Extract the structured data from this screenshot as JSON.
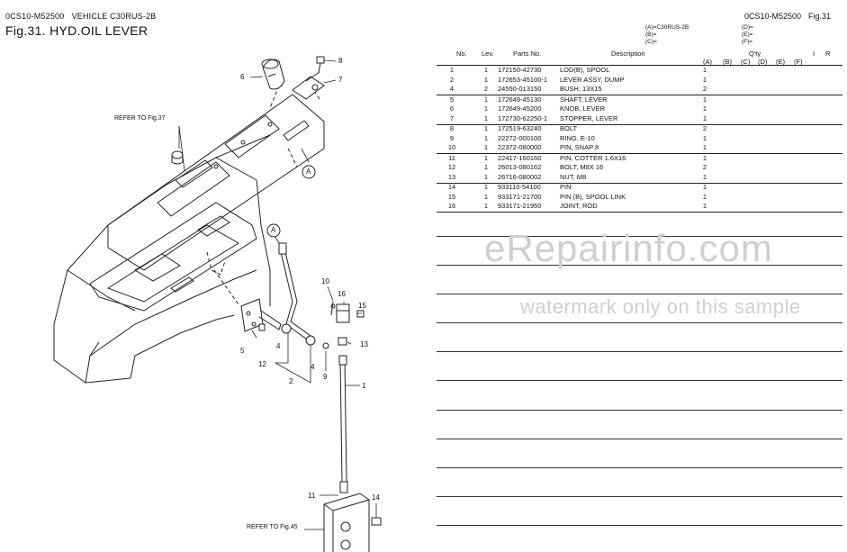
{
  "header": {
    "doc_code": "0CS10-M52500",
    "vehicle": "VEHICLE C30RUS-2B",
    "figure_title": "Fig.31.  HYD.OIL LEVER",
    "right_code": "0CS10-M52500",
    "right_fig": "Fig.31"
  },
  "legend": {
    "left": [
      "(A)=C30RUS-2B",
      "(B)=",
      "(C)="
    ],
    "right": [
      "(D)=",
      "(E)=",
      "(F)="
    ]
  },
  "table": {
    "headers": {
      "no": "No.",
      "lev": "Lev.",
      "parts_no": "Parts No.",
      "description": "Description",
      "qty": "Q'ty",
      "i": "I",
      "r": "R"
    },
    "qty_cols": [
      "(A)",
      "(B)",
      "(C)",
      "(D)",
      "(E)",
      "(F)"
    ],
    "rows": [
      {
        "no": "1",
        "lev": "1",
        "part": "172150-42730",
        "desc": "LOD(B), SPOOL",
        "qa": "1"
      },
      {
        "no": "2",
        "lev": "1",
        "part": "172653-45100-1",
        "desc": "LEVER ASSY, DUMP",
        "qa": "1"
      },
      {
        "no": "4",
        "lev": "2",
        "part": "24550-013150",
        "desc": "BUSH, 13X15",
        "qa": "2"
      },
      {
        "no": "5",
        "lev": "1",
        "part": "172649-45130",
        "desc": "SHAFT, LEVER",
        "qa": "1"
      },
      {
        "no": "6",
        "lev": "1",
        "part": "172649-45200",
        "desc": "KNOB, LEVER",
        "qa": "1"
      },
      {
        "no": "7",
        "lev": "1",
        "part": "172730-62250-1",
        "desc": "STOPPER, LEVER",
        "qa": "1"
      },
      {
        "no": "8",
        "lev": "1",
        "part": "172519-63240",
        "desc": "BOLT",
        "qa": "2"
      },
      {
        "no": "9",
        "lev": "1",
        "part": "22272-000100",
        "desc": "RING, E-10",
        "qa": "1"
      },
      {
        "no": "10",
        "lev": "1",
        "part": "22372-080000",
        "desc": "PIN, SNAP  8",
        "qa": "1"
      },
      {
        "no": "11",
        "lev": "1",
        "part": "22417-160160",
        "desc": "PIN, COTTER 1.6X16",
        "qa": "1"
      },
      {
        "no": "12",
        "lev": "1",
        "part": "26013-080162",
        "desc": "BOLT, M8X 16",
        "qa": "2"
      },
      {
        "no": "13",
        "lev": "1",
        "part": "26716-080002",
        "desc": "NUT, M8",
        "qa": "1"
      },
      {
        "no": "14",
        "lev": "1",
        "part": "933110-54100",
        "desc": "PIN",
        "qa": "1"
      },
      {
        "no": "15",
        "lev": "1",
        "part": "933171-21700",
        "desc": "PIN (B), SPOOL LINK",
        "qa": "1"
      },
      {
        "no": "16",
        "lev": "1",
        "part": "933171-21950",
        "desc": "JOINT, ROD",
        "qa": "1"
      }
    ]
  },
  "diagram": {
    "refer_37": "REFER TO Fig.37",
    "refer_45": "REFER TO Fig.45",
    "ref_marker": "A",
    "callouts": [
      "1",
      "2",
      "4",
      "4",
      "5",
      "6",
      "7",
      "8",
      "9",
      "10",
      "11",
      "12",
      "13",
      "14",
      "15",
      "16"
    ]
  },
  "watermark": {
    "line1": "eRepairinfo.com",
    "line2": "watermark only on this sample"
  }
}
